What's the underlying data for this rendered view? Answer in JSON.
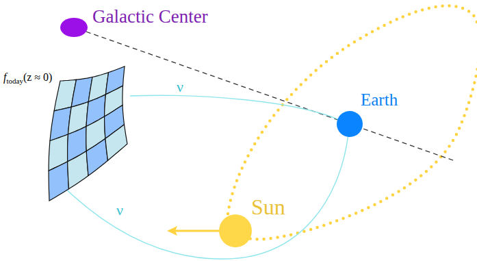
{
  "diagram": {
    "nodes": [
      {
        "text": [
          "Galactic Center"
        ]
      },
      {
        "text": [
          "f",
          "today",
          "(z ≈ 0)"
        ]
      },
      {
        "text": [
          "Earth"
        ]
      },
      {
        "text": [
          "Sun"
        ]
      }
    ],
    "edges": [
      {
        "from": 0,
        "to": 2,
        "arrow": "none"
      },
      {
        "from": 1,
        "to": 2,
        "label": "ν⃗",
        "arrow": "none"
      },
      {
        "from": 1,
        "to": 2,
        "label": "ν⃗",
        "arrow": "none"
      }
    ]
  }
}
